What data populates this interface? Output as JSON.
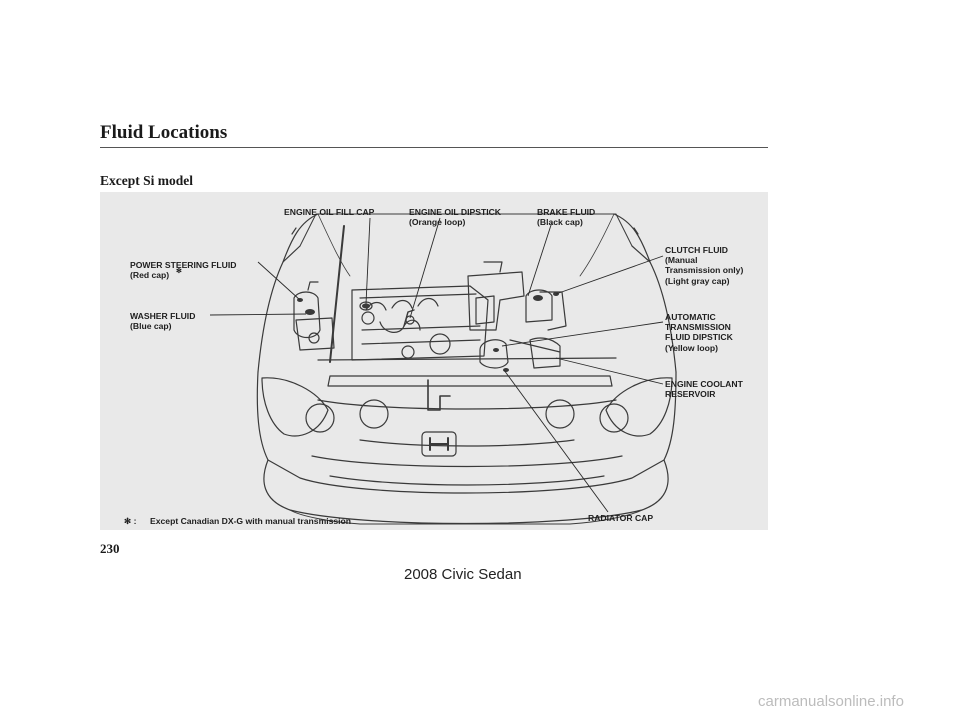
{
  "page": {
    "title": "Fluid Locations",
    "subtitle": "Except Si model",
    "page_number": "230",
    "footer_label": "2008  Civic  Sedan",
    "watermark": "carmanualsonline.info"
  },
  "labels": {
    "engine_oil_fill_cap": [
      "ENGINE OIL FILL CAP"
    ],
    "engine_oil_dipstick": [
      "ENGINE OIL DIPSTICK",
      "(Orange loop)"
    ],
    "brake_fluid": [
      "BRAKE FLUID",
      "(Black cap)"
    ],
    "power_steering_fluid": [
      "POWER STEERING FLUID",
      "(Red cap)"
    ],
    "washer_fluid": [
      "WASHER FLUID",
      "(Blue cap)"
    ],
    "clutch_fluid": [
      "CLUTCH FLUID",
      "(Manual",
      "Transmission only)",
      "(Light gray cap)"
    ],
    "automatic_transmission_fluid_dipstick": [
      "AUTOMATIC",
      "TRANSMISSION",
      "FLUID DIPSTICK",
      "(Yellow loop)"
    ],
    "engine_coolant_reservoir": [
      "ENGINE COOLANT",
      "RESERVOIR"
    ],
    "radiator_cap": [
      "RADIATOR CAP"
    ]
  },
  "footnote": {
    "symbol": "✻ :",
    "text": "Except Canadian DX-G with manual transmission",
    "marker": "✻"
  },
  "colors": {
    "panel_bg": "#e9e9e9",
    "line": "#3a3a3a",
    "text": "#1e1e1e"
  }
}
